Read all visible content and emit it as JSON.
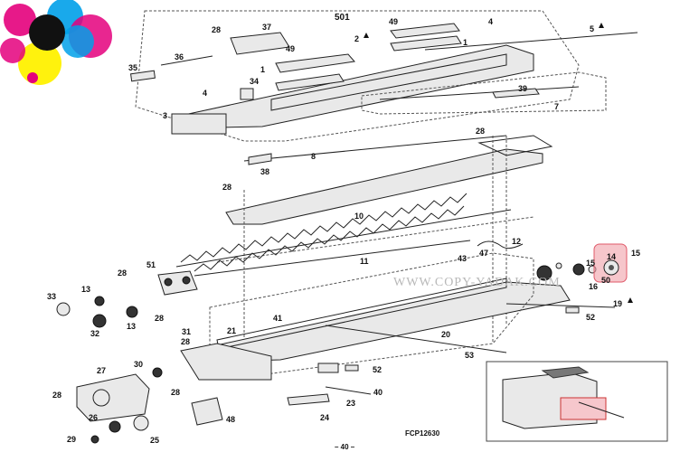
{
  "diagram": {
    "group_label": "501",
    "callouts": [
      {
        "id": "c1",
        "text": "28"
      },
      {
        "id": "c2",
        "text": "37"
      },
      {
        "id": "c3",
        "text": "501"
      },
      {
        "id": "c4",
        "text": "49"
      },
      {
        "id": "c5",
        "text": "2"
      },
      {
        "id": "c6",
        "text": "1"
      },
      {
        "id": "c7",
        "text": "4"
      },
      {
        "id": "c8",
        "text": "5"
      },
      {
        "id": "c9",
        "text": "35"
      },
      {
        "id": "c10",
        "text": "36"
      },
      {
        "id": "c11",
        "text": "49"
      },
      {
        "id": "c12",
        "text": "1"
      },
      {
        "id": "c13",
        "text": "4"
      },
      {
        "id": "c14",
        "text": "34"
      },
      {
        "id": "c15",
        "text": "3"
      },
      {
        "id": "c16",
        "text": "39"
      },
      {
        "id": "c17",
        "text": "7"
      },
      {
        "id": "c18",
        "text": "28"
      },
      {
        "id": "c19",
        "text": "8"
      },
      {
        "id": "c20",
        "text": "38"
      },
      {
        "id": "c21",
        "text": "28"
      },
      {
        "id": "c22",
        "text": "10"
      },
      {
        "id": "c23",
        "text": "12"
      },
      {
        "id": "c24",
        "text": "11"
      },
      {
        "id": "c25",
        "text": "43"
      },
      {
        "id": "c26",
        "text": "47"
      },
      {
        "id": "c27",
        "text": "14"
      },
      {
        "id": "c28",
        "text": "15"
      },
      {
        "id": "c29",
        "text": "15"
      },
      {
        "id": "c30",
        "text": "50"
      },
      {
        "id": "c31",
        "text": "16"
      },
      {
        "id": "c32",
        "text": "19"
      },
      {
        "id": "c33",
        "text": "52"
      },
      {
        "id": "c34",
        "text": "51"
      },
      {
        "id": "c35",
        "text": "28"
      },
      {
        "id": "c36",
        "text": "13"
      },
      {
        "id": "c37",
        "text": "33"
      },
      {
        "id": "c38",
        "text": "32"
      },
      {
        "id": "c39",
        "text": "13"
      },
      {
        "id": "c40",
        "text": "28"
      },
      {
        "id": "c41",
        "text": "41"
      },
      {
        "id": "c42",
        "text": "21"
      },
      {
        "id": "c43",
        "text": "31"
      },
      {
        "id": "c44",
        "text": "28"
      },
      {
        "id": "c45",
        "text": "20"
      },
      {
        "id": "c46",
        "text": "53"
      },
      {
        "id": "c47",
        "text": "30"
      },
      {
        "id": "c48",
        "text": "27"
      },
      {
        "id": "c49",
        "text": "52"
      },
      {
        "id": "c50",
        "text": "40"
      },
      {
        "id": "c51",
        "text": "28"
      },
      {
        "id": "c52",
        "text": "23"
      },
      {
        "id": "c53",
        "text": "28"
      },
      {
        "id": "c54",
        "text": "24"
      },
      {
        "id": "c55",
        "text": "26"
      },
      {
        "id": "c56",
        "text": "48"
      },
      {
        "id": "c57",
        "text": "29"
      },
      {
        "id": "c58",
        "text": "25"
      }
    ],
    "watermark": "WWW.COPY-YADAK.COM",
    "figure_code": "FCP12630",
    "page_number": "– 40 –",
    "highlight_color": "#f0a0a8",
    "logo_colors": [
      "#e4007c",
      "#00a0e9",
      "#fff100",
      "#111111"
    ]
  }
}
